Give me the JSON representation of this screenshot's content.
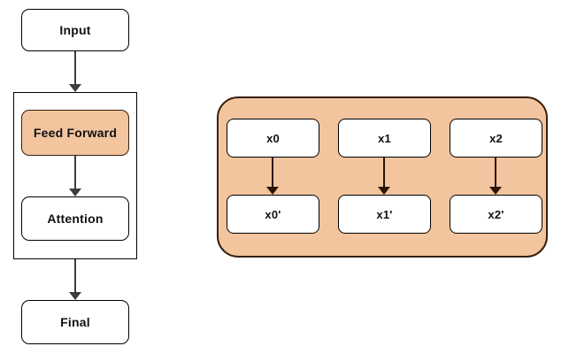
{
  "diagram": {
    "left_flow": {
      "input_label": "Input",
      "feed_forward_label": "Feed Forward",
      "attention_label": "Attention",
      "final_label": "Final"
    },
    "right_detail": {
      "inputs": [
        "x0",
        "x1",
        "x2"
      ],
      "outputs": [
        "x0'",
        "x1'",
        "x2'"
      ]
    },
    "colors": {
      "background": "#ffffff",
      "highlight_fill": "#f2c59e",
      "highlight_border": "#38200c",
      "node_border": "#000000",
      "arrow": "#3d3d3d",
      "arrow_dark": "#2c1405"
    }
  }
}
